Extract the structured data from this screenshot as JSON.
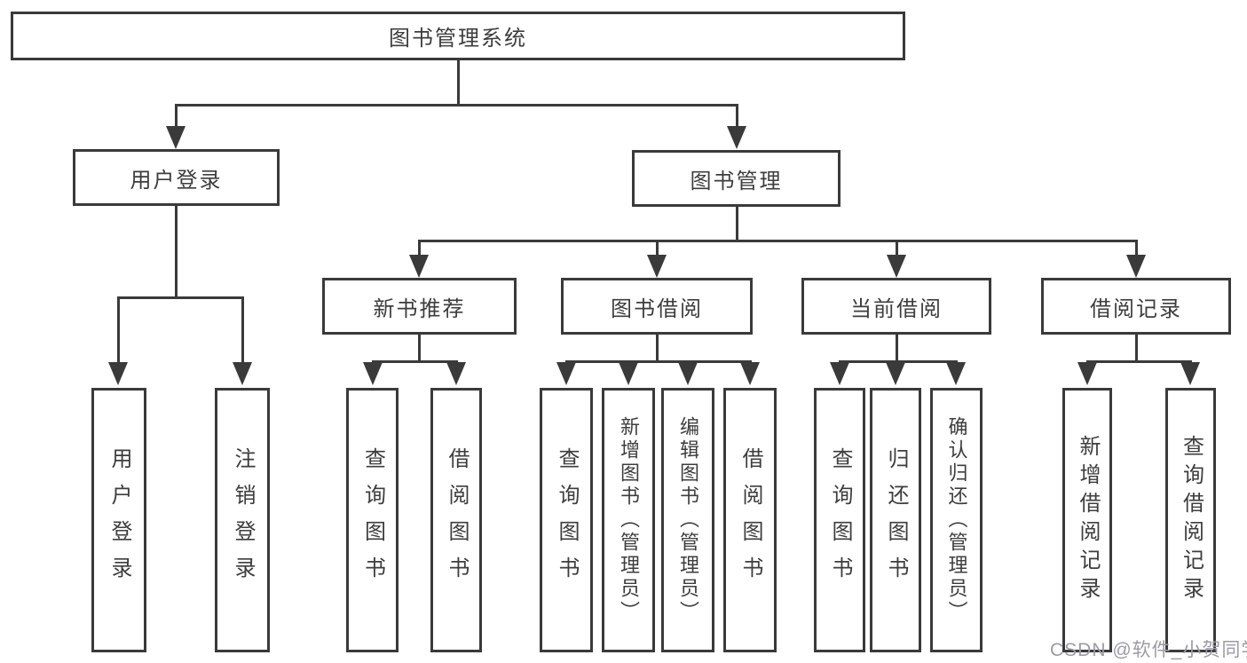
{
  "tree": {
    "label": "图书管理系统",
    "children": [
      {
        "label": "用户登录",
        "children": [
          {
            "label": "用户登录"
          },
          {
            "label": "注销登录"
          }
        ]
      },
      {
        "label": "图书管理",
        "children": [
          {
            "label": "新书推荐",
            "children": [
              {
                "label": "查询图书"
              },
              {
                "label": "借阅图书"
              }
            ]
          },
          {
            "label": "图书借阅",
            "children": [
              {
                "label": "查询图书"
              },
              {
                "label": "新增图书（管理员）"
              },
              {
                "label": "编辑图书（管理员）"
              },
              {
                "label": "借阅图书"
              }
            ]
          },
          {
            "label": "当前借阅",
            "children": [
              {
                "label": "查询图书"
              },
              {
                "label": "归还图书"
              },
              {
                "label": "确认归还（管理员）"
              }
            ]
          },
          {
            "label": "借阅记录",
            "children": [
              {
                "label": "新增借阅记录"
              },
              {
                "label": "查询借阅记录"
              }
            ]
          }
        ]
      }
    ]
  },
  "watermark": {
    "text": "CSDN @软件_小贺同学"
  },
  "colors": {
    "line": "#3a3a3a",
    "text": "#3d3d3d",
    "watermark": "#9b9ba3",
    "background": "#ffffff"
  }
}
